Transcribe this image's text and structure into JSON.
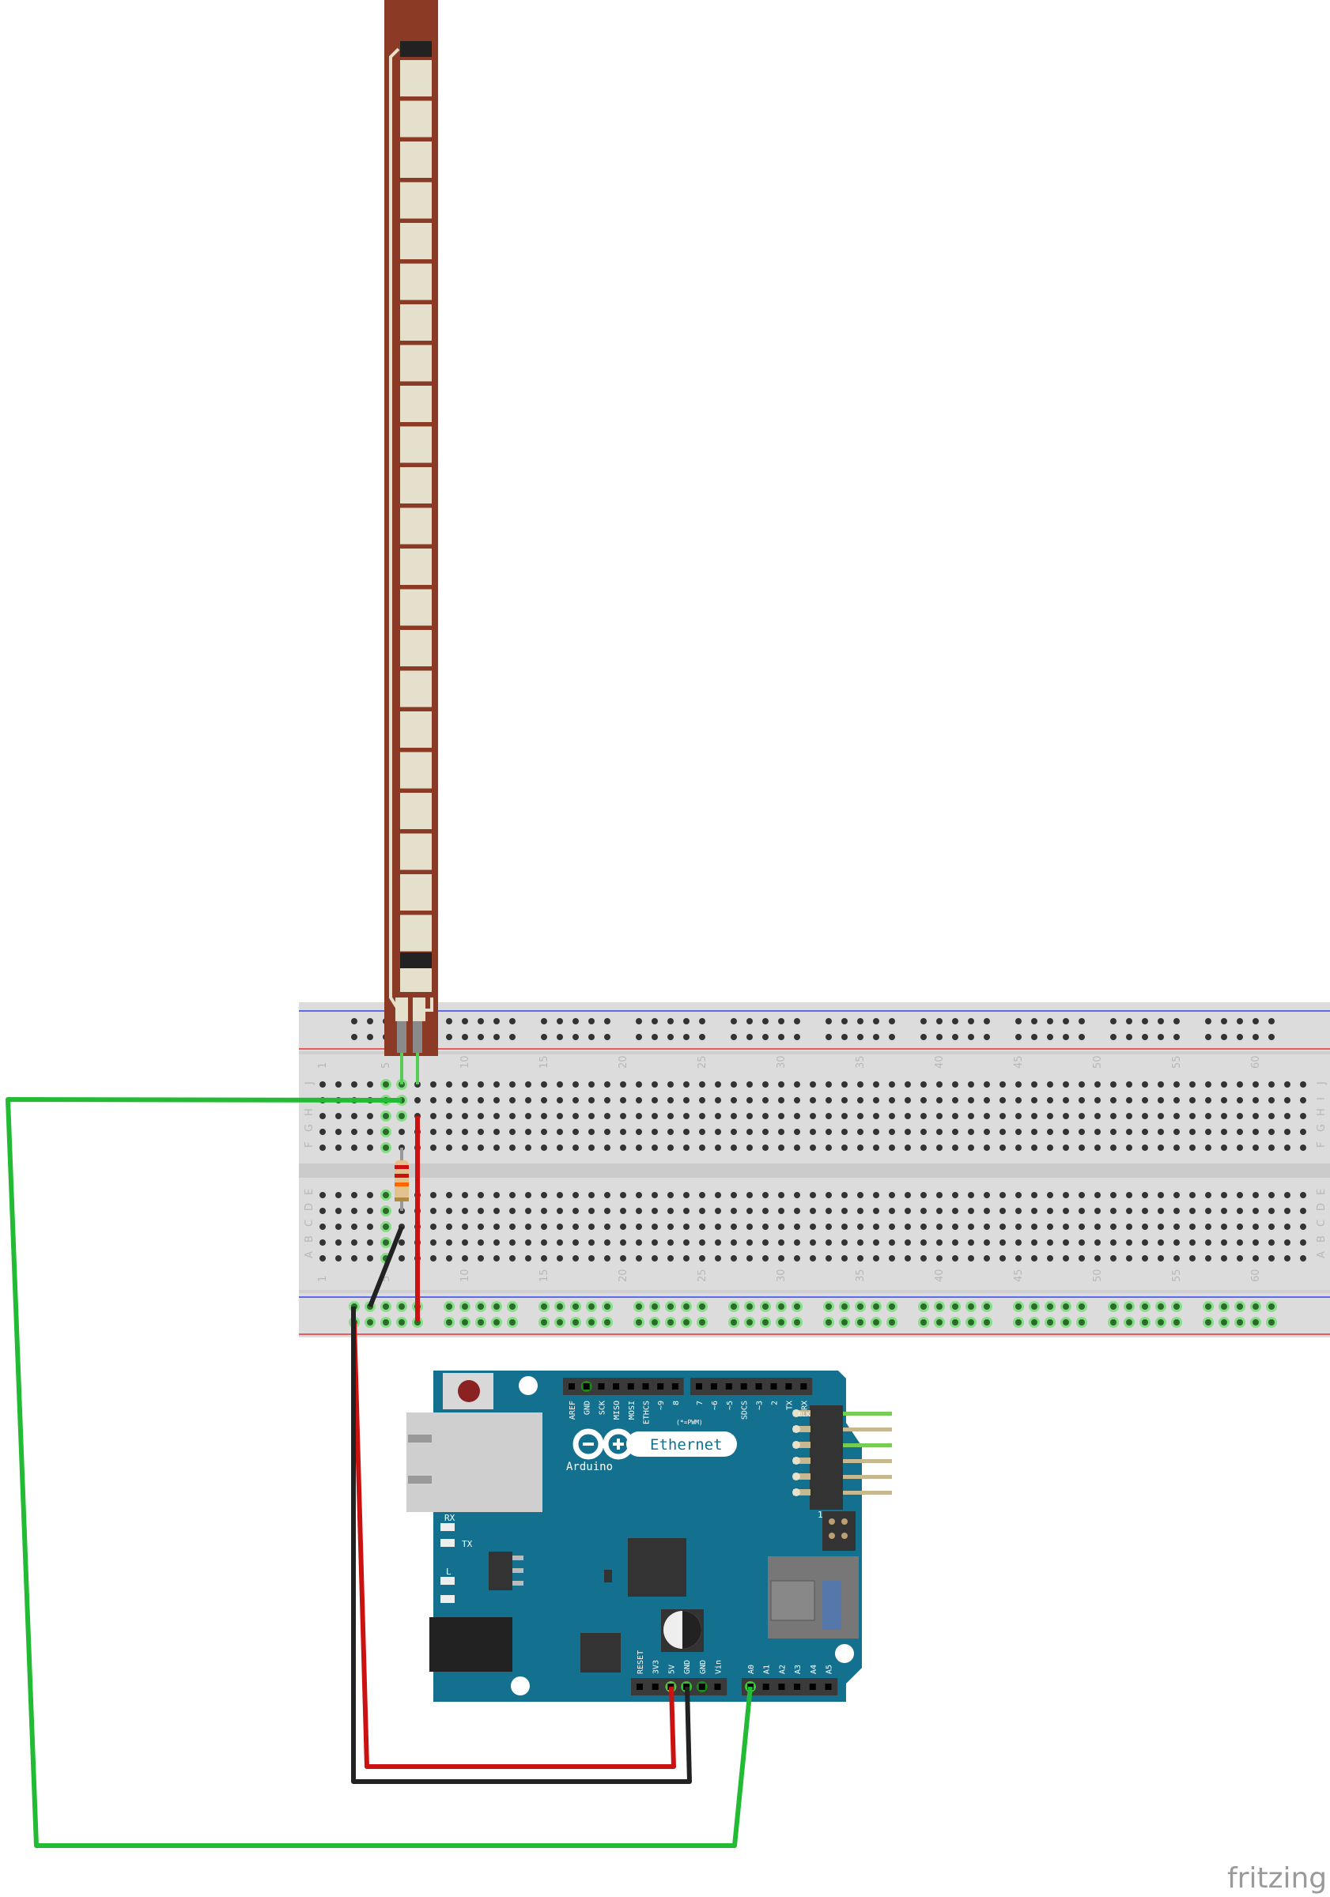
{
  "breadboard": {
    "column_numbers": [
      "1",
      "5",
      "10",
      "15",
      "20",
      "25",
      "30",
      "35",
      "40",
      "45",
      "50",
      "55",
      "60"
    ],
    "rows_top": [
      "J",
      "I",
      "H",
      "G",
      "F"
    ],
    "rows_bottom": [
      "E",
      "D",
      "C",
      "B",
      "A"
    ]
  },
  "arduino": {
    "top_header_left": [
      "AREF",
      "GND",
      "SCK",
      "MISO",
      "MOSI",
      "ETHCS",
      "~9",
      "8"
    ],
    "top_header_right": [
      "7",
      "~6",
      "~5",
      "SDCS",
      "~3",
      "2",
      "TX",
      "RX"
    ],
    "pwm_note": "(*=PWM)",
    "logo_text": "Arduino",
    "board_name": "Ethernet",
    "power_header": [
      "RESET",
      "3V3",
      "5V",
      "GND",
      "GND",
      "Vin"
    ],
    "analog_header": [
      "A0",
      "A1",
      "A2",
      "A3",
      "A4",
      "A5"
    ],
    "led_labels": {
      "rx": "RX",
      "tx": "TX",
      "l": "L"
    },
    "icsp_label": "BLK",
    "icsp_pin1": "1"
  },
  "components": {
    "flex_sensor": "flex-sensor",
    "resistor": "resistor",
    "resistor_bands": [
      "#cc1111",
      "#cc1111",
      "#ff6600",
      "#b08a3a"
    ]
  },
  "wires": {
    "signal_color": "#22bb33",
    "power_color": "#cc1111",
    "ground_color": "#222222"
  },
  "watermark": "fritzing"
}
